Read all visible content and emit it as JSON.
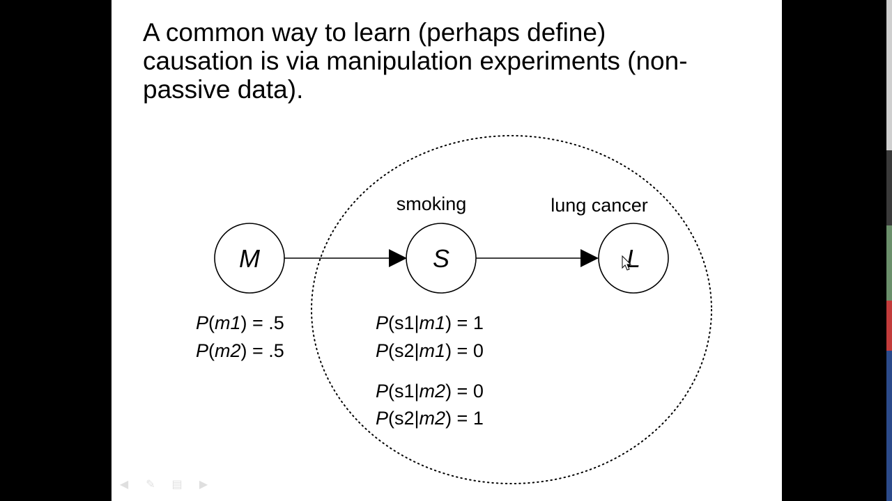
{
  "slide": {
    "title_lines": [
      "A common way to learn (perhaps define)",
      "causation is via manipulation experiments (non-",
      "passive data)."
    ]
  },
  "diagram": {
    "nodes": [
      {
        "id": "M",
        "letter": "M",
        "label": ""
      },
      {
        "id": "S",
        "letter": "S",
        "label": "smoking"
      },
      {
        "id": "L",
        "letter": "L",
        "label": "lung cancer"
      }
    ],
    "edges": [
      {
        "from": "M",
        "to": "S"
      },
      {
        "from": "S",
        "to": "L"
      }
    ],
    "probabilities": {
      "m": [
        {
          "fn": "P",
          "open": "(",
          "var": "m1",
          "close": ") = .5"
        },
        {
          "fn": "P",
          "open": "(",
          "var": "m2",
          "close": ") = .5"
        }
      ],
      "s_given_m1": [
        {
          "fn": "P",
          "open": "(s1|",
          "var": "m1",
          "close": ") = 1"
        },
        {
          "fn": "P",
          "open": "(s2|",
          "var": "m1",
          "close": ") = 0"
        }
      ],
      "s_given_m2": [
        {
          "fn": "P",
          "open": "(s1|",
          "var": "m2",
          "close": ") = 0"
        },
        {
          "fn": "P",
          "open": "(s2|",
          "var": "m2",
          "close": ") = 1"
        }
      ]
    }
  },
  "player": {
    "nav_icons": [
      "prev-arrow-icon",
      "pen-icon",
      "menu-icon",
      "next-arrow-icon"
    ]
  }
}
